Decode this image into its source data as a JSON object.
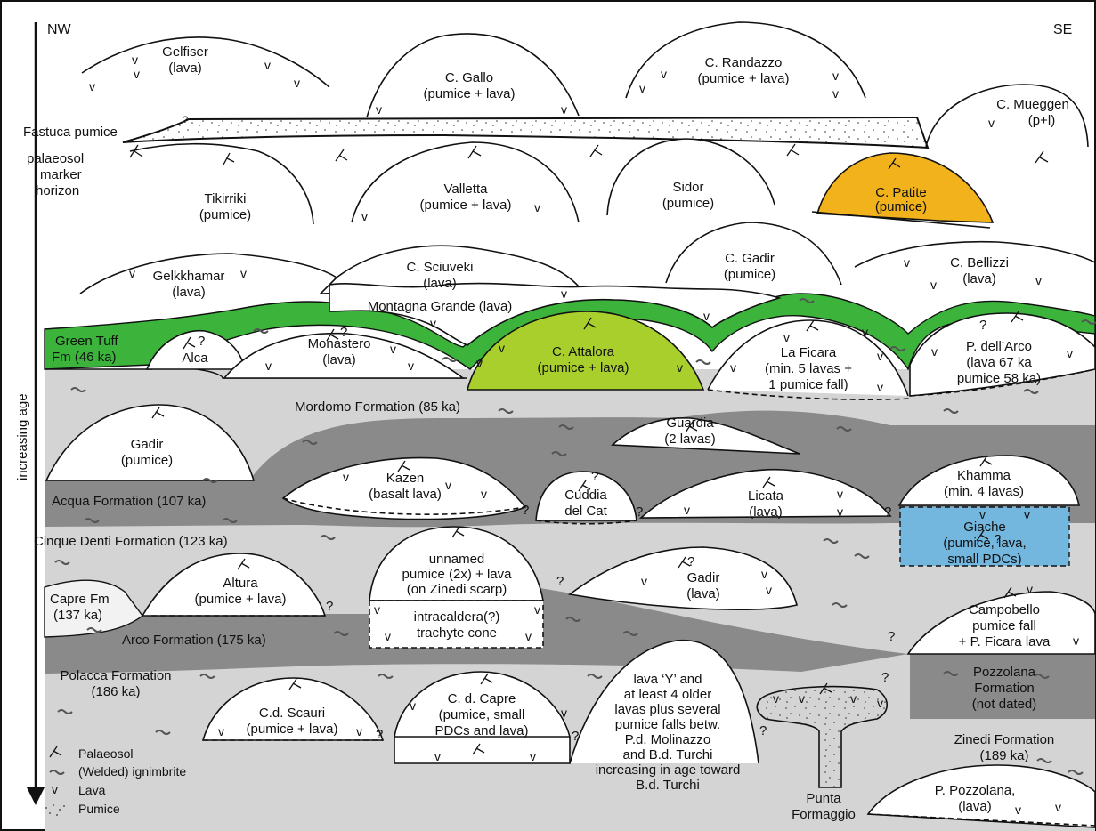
{
  "direction": {
    "nw": "NW",
    "se": "SE",
    "axis": "increasing age"
  },
  "labels": {
    "gelfiser": [
      "Gelfiser",
      "(lava)"
    ],
    "gallo": [
      "C. Gallo",
      "(pumice + lava)"
    ],
    "randazzo": [
      "C. Randazzo",
      "(pumice + lava)"
    ],
    "mueggen": [
      "C. Mueggen",
      "(p+l)"
    ],
    "fastuca": "Fastuca pumice",
    "palaeosol": [
      "palaeosol",
      "marker",
      "horizon"
    ],
    "tikirriki": [
      "Tikirriki",
      "(pumice)"
    ],
    "valletta": [
      "Valletta",
      "(pumice + lava)"
    ],
    "sidor": [
      "Sidor",
      "(pumice)"
    ],
    "patite": [
      "C. Patite",
      "(pumice)"
    ],
    "gelkkhamar": [
      "Gelkkhamar",
      "(lava)"
    ],
    "sciuveki": [
      "C. Sciuveki",
      "(lava)"
    ],
    "gadir_top": [
      "C. Gadir",
      "(pumice)"
    ],
    "bellizzi": [
      "C. Bellizzi",
      "(lava)"
    ],
    "montagna": "Montagna Grande (lava)",
    "green_tuff": [
      "Green Tuff",
      "Fm (46 ka)"
    ],
    "alca": "Alca",
    "monastero": [
      "Monastero",
      "(lava)"
    ],
    "attalora": [
      "C. Attalora",
      "(pumice + lava)"
    ],
    "ficara": [
      "La Ficara",
      "(min. 5 lavas +",
      "1 pumice fall)"
    ],
    "arco_dome": [
      "P. dell’Arco",
      "(lava 67 ka",
      "pumice 58 ka)"
    ],
    "mordomo": "Mordomo Formation (85 ka)",
    "gadir_mid": [
      "Gadir",
      "(pumice)"
    ],
    "guardia": [
      "Guardia",
      "(2 lavas)"
    ],
    "acqua": "Acqua Formation (107 ka)",
    "kazen": [
      "Kazen",
      "(basalt lava)"
    ],
    "cuddia": [
      "Cuddia",
      "del Cat"
    ],
    "licata": [
      "Licata",
      "(lava)"
    ],
    "khamma": [
      "Khamma",
      "(min. 4 lavas)"
    ],
    "giache": [
      "Giache",
      "(pumice, lava,",
      "small PDCs)"
    ],
    "cinque": "Cinque Denti Formation (123 ka)",
    "capre_fm": [
      "Capre Fm",
      "(137 ka)"
    ],
    "altura": [
      "Altura",
      "(pumice + lava)"
    ],
    "unnamed": [
      "unnamed",
      "pumice (2x) + lava",
      "(on Zinedi scarp)"
    ],
    "intracaldera": [
      "intracaldera(?)",
      "trachyte cone"
    ],
    "gadir_low": [
      "Gadir",
      "(lava)"
    ],
    "arco_fm": "Arco Formation (175 ka)",
    "campobello": [
      "Campobello",
      "pumice fall",
      "+ P. Ficara lava"
    ],
    "polacca": [
      "Polacca Formation",
      "(186 ka)"
    ],
    "scauri": [
      "C.d. Scauri",
      "(pumice + lava)"
    ],
    "cd_capre": [
      "C. d. Capre",
      "(pumice, small",
      "PDCs and lava)"
    ],
    "lava_y": [
      "lava ‘Y’ and",
      "at least 4 older",
      "lavas plus several",
      "pumice falls betw.",
      "P.d. Molinazzo",
      "and B.d. Turchi",
      "increasing in age toward",
      "B.d. Turchi"
    ],
    "punta": [
      "Punta",
      "Formaggio"
    ],
    "pozzolana_fm": [
      "Pozzolana",
      "Formation",
      "(not dated)"
    ],
    "zinedi": [
      "Zinedi Formation",
      "(189 ka)"
    ],
    "p_pozzolana": [
      "P. Pozzolana,",
      "(lava)"
    ]
  },
  "legend": [
    {
      "icon": "palaeosol-symbol",
      "label": "Palaeosol"
    },
    {
      "icon": "ignimbrite-symbol",
      "label": "(Welded) ignimbrite"
    },
    {
      "icon": "lava-symbol",
      "label": "Lava"
    },
    {
      "icon": "pumice-symbol",
      "label": "Pumice"
    }
  ],
  "colors": {
    "green_tuff": "#3cb43c",
    "attalora": "#a9cf2d",
    "patite": "#f2b21c",
    "giache": "#73b6de",
    "light_grey": "#d4d4d4",
    "dark_grey": "#8a8a8a"
  }
}
